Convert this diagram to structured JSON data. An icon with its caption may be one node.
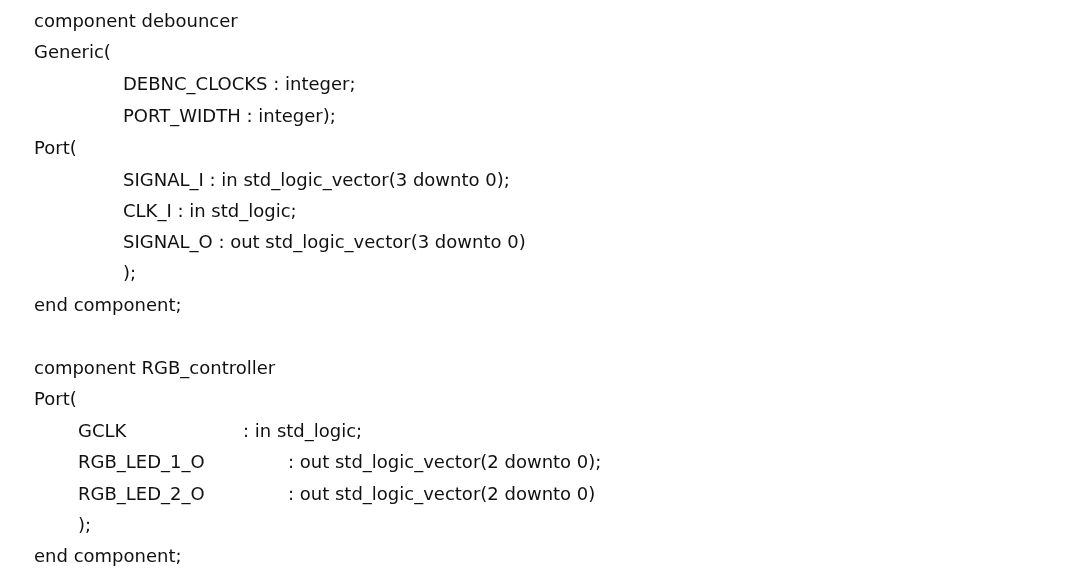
{
  "diagram": {
    "labels": [
      "component debouncer",
      "Generic(",
      "DEBNC_CLOCKS : integer;",
      "PORT_WIDTH : integer);",
      "Port(",
      "SIGNAL_I : in std_logic_vector(3 downto 0);",
      "CLK_I : in std_logic;",
      "SIGNAL_O : out std_logic_vector(3 downto 0)",
      ");",
      "end component;",
      "component RGB_controller",
      "Port(",
      "GCLK",
      ": in std_logic;",
      "RGB_LED_1_O",
      ": out std_logic_vector(2 downto 0);",
      "RGB_LED_2_O",
      ": out std_logic_vector(2 downto 0)",
      ");",
      "end component;"
    ]
  }
}
